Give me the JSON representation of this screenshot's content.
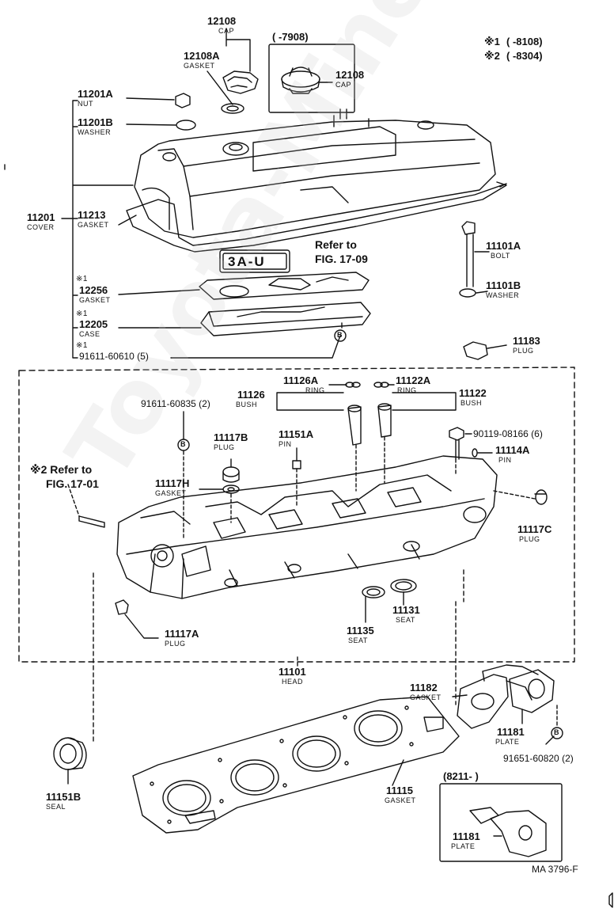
{
  "watermark": "Toyota-Mine.ru",
  "footer_code": "MA 3796-F",
  "notes": {
    "n1_mark": "※1",
    "n1_range": "(      -8108)",
    "n2_mark": "※2",
    "n2_range": "(      -8304)",
    "cap_variant_range": "(      -7908)",
    "plate_variant_range": "(8211-          )"
  },
  "refs": {
    "fig1709_line1": "Refer to",
    "fig1709_line2": "FIG. 17-09",
    "fig1701_line1": "※2 Refer to",
    "fig1701_line2": "FIG. 17-01",
    "emblem": "3A-U"
  },
  "marks": {
    "b": "B",
    "star1": "※1"
  },
  "parts": {
    "p12108": {
      "num": "12108",
      "name": "CAP"
    },
    "p12108A": {
      "num": "12108A",
      "name": "GASKET"
    },
    "p12108b": {
      "num": "12108",
      "name": "CAP"
    },
    "p11201A": {
      "num": "11201A",
      "name": "NUT"
    },
    "p11201B": {
      "num": "11201B",
      "name": "WASHER"
    },
    "p11201": {
      "num": "11201",
      "name": "COVER"
    },
    "p11213": {
      "num": "11213",
      "name": "GASKET"
    },
    "p12256": {
      "num": "12256",
      "name": "GASKET"
    },
    "p12205": {
      "num": "12205",
      "name": "CASE"
    },
    "p91611_60610": {
      "num": "91611-60610 (5)"
    },
    "p11101A": {
      "num": "11101A",
      "name": "BOLT"
    },
    "p11101B": {
      "num": "11101B",
      "name": "WASHER"
    },
    "p11183": {
      "num": "11183",
      "name": "PLUG"
    },
    "p11126A": {
      "num": "11126A",
      "name": "RING"
    },
    "p11122A": {
      "num": "11122A",
      "name": "RING"
    },
    "p11126": {
      "num": "11126",
      "name": "BUSH"
    },
    "p11122": {
      "num": "11122",
      "name": "BUSH"
    },
    "p91611_60835": {
      "num": "91611-60835 (2)"
    },
    "p90119_08166": {
      "num": "90119-08166 (6)"
    },
    "p11117B": {
      "num": "11117B",
      "name": "PLUG"
    },
    "p11151A": {
      "num": "11151A",
      "name": "PIN"
    },
    "p11114A": {
      "num": "11114A",
      "name": "PIN"
    },
    "p11117H": {
      "num": "11117H",
      "name": "GASKET"
    },
    "p11117C": {
      "num": "11117C",
      "name": "PLUG"
    },
    "p11117A": {
      "num": "11117A",
      "name": "PLUG"
    },
    "p11131": {
      "num": "11131",
      "name": "SEAT"
    },
    "p11135": {
      "num": "11135",
      "name": "SEAT"
    },
    "p11101": {
      "num": "11101",
      "name": "HEAD"
    },
    "p11182": {
      "num": "11182",
      "name": "GASKET"
    },
    "p11181": {
      "num": "11181",
      "name": "PLATE"
    },
    "p91651_60820": {
      "num": "91651-60820 (2)"
    },
    "p11151B": {
      "num": "11151B",
      "name": "SEAL"
    },
    "p11115": {
      "num": "11115",
      "name": "GASKET"
    },
    "p11181b": {
      "num": "11181",
      "name": "PLATE"
    }
  }
}
